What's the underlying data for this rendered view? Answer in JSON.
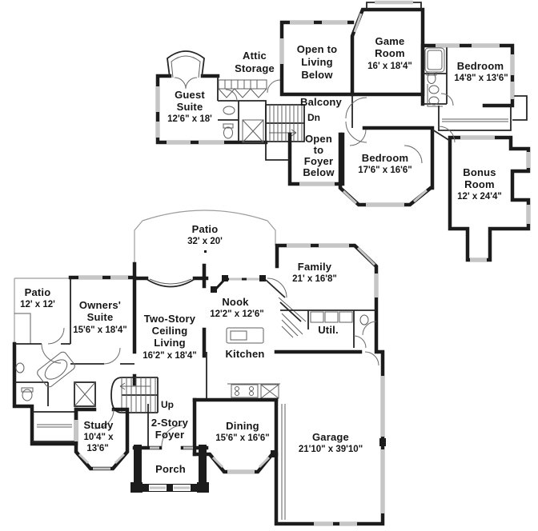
{
  "title": "Two-story house floor plan",
  "colors": {
    "wall": "#1c1c1c",
    "thin_line": "#5f5f5f",
    "light_line": "#9c9c9c",
    "window_fill": "#c6c6c6",
    "text": "#161616",
    "background": "#ffffff"
  },
  "upper": {
    "attic_storage": {
      "lines": [
        "Attic",
        "Storage"
      ]
    },
    "open_to_living": {
      "lines": [
        "Open to",
        "Living",
        "Below"
      ]
    },
    "game_room": {
      "lines": [
        "Game",
        "Room",
        "16' x 18'4\""
      ]
    },
    "bedroom_right": {
      "lines": [
        "Bedroom",
        "14'8\" x 13'6\""
      ]
    },
    "guest_suite": {
      "lines": [
        "Guest",
        "Suite",
        "12'6\" x 18'"
      ]
    },
    "balcony": {
      "lines": [
        "Balcony"
      ]
    },
    "stairs_dn": {
      "lines": [
        "Dn"
      ]
    },
    "open_to_foyer": {
      "lines": [
        "Open",
        "to",
        "Foyer",
        "Below"
      ]
    },
    "bedroom_center": {
      "lines": [
        "Bedroom",
        "17'6\" x 16'6\""
      ]
    },
    "bonus_room": {
      "lines": [
        "Bonus",
        "Room",
        "12' x 24'4\""
      ]
    }
  },
  "lower": {
    "patio_rear": {
      "lines": [
        "Patio",
        "32' x 20'"
      ]
    },
    "family": {
      "lines": [
        "Family",
        "21' x 16'8\""
      ]
    },
    "patio_side": {
      "lines": [
        "Patio",
        "12' x 12'"
      ]
    },
    "owners_suite": {
      "lines": [
        "Owners'",
        "Suite",
        "15'6\" x 18'4\""
      ]
    },
    "living": {
      "lines": [
        "Two-Story",
        "Ceiling",
        "Living",
        "16'2\" x 18'4\""
      ]
    },
    "nook": {
      "lines": [
        "Nook",
        "12'2\" x 12'6\""
      ]
    },
    "kitchen": {
      "lines": [
        "Kitchen"
      ]
    },
    "util": {
      "lines": [
        "Util."
      ]
    },
    "stairs_up": {
      "lines": [
        "Up"
      ]
    },
    "study": {
      "lines": [
        "Study",
        "10'4\" x",
        "13'6\""
      ]
    },
    "foyer": {
      "lines": [
        "2-Story",
        "Foyer"
      ]
    },
    "porch": {
      "lines": [
        "Porch"
      ]
    },
    "dining": {
      "lines": [
        "Dining",
        "15'6\" x 16'6\""
      ]
    },
    "garage": {
      "lines": [
        "Garage",
        "21'10\" x 39'10\""
      ]
    }
  }
}
